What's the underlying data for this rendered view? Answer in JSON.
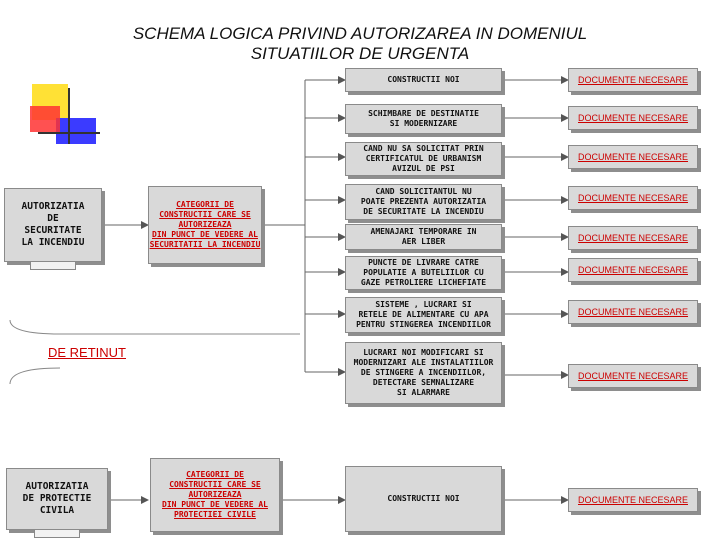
{
  "title": "SCHEMA LOGICA PRIVIND  AUTORIZAREA IN DOMENIUL\nSITUATIILOR DE URGENTA",
  "left_boxes": {
    "autorizatia_incendiu": "AUTORIZATIA\nDE\nSECURITATE\nLA INCENDIU",
    "autorizatia_protectie": "AUTORIZATIA\nDE PROTECTIE\nCIVILA"
  },
  "category_boxes": {
    "incendiu": "CATEGORII DE\nCONSTRUCTII CARE SE\nAUTORIZEAZA\nDIN PUNCT DE VEDERE AL\nSECURITATII LA INCENDIU",
    "protectie": "CATEGORII DE\nCONSTRUCTII CARE SE\nAUTORIZEAZA\nDIN PUNCT DE VEDERE AL\nPROTECTIEI CIVILE"
  },
  "de_retinut": "DE RETINUT",
  "middle_items": [
    "CONSTRUCTII NOI",
    "SCHIMBARE DE DESTINATIE\nSI MODERNIZARE",
    "CAND NU SA SOLICITAT PRIN\nCERTIFICATUL DE URBANISM\nAVIZUL DE PSI",
    "CAND SOLICITANTUL NU\nPOATE PREZENTA AUTORIZATIA\nDE SECURITATE LA INCENDIU",
    "AMENAJARI TEMPORARE IN\nAER LIBER",
    "PUNCTE DE LIVRARE CATRE\nPOPULATIE A BUTELIILOR CU\nGAZE PETROLIERE LICHEFIATE",
    "SISTEME , LUCRARI SI\nRETELE DE ALIMENTARE CU APA\nPENTRU STINGEREA INCENDIILOR",
    "LUCRARI NOI MODIFICARI SI\nMODERNIZARI ALE INSTALATIILOR\nDE STINGERE A INCENDIILOR,\nDETECTARE  SEMNALIZARE\nSI ALARMARE"
  ],
  "middle_bottom": "CONSTRUCTII NOI",
  "doc_label": "DOCUMENTE NECESARE",
  "colors": {
    "red_text": "#cc0000",
    "box_fill": "#d9d9d9",
    "deco_yellow": "#ffe135",
    "deco_red": "#ff3333",
    "deco_blue": "#3b3bff"
  }
}
